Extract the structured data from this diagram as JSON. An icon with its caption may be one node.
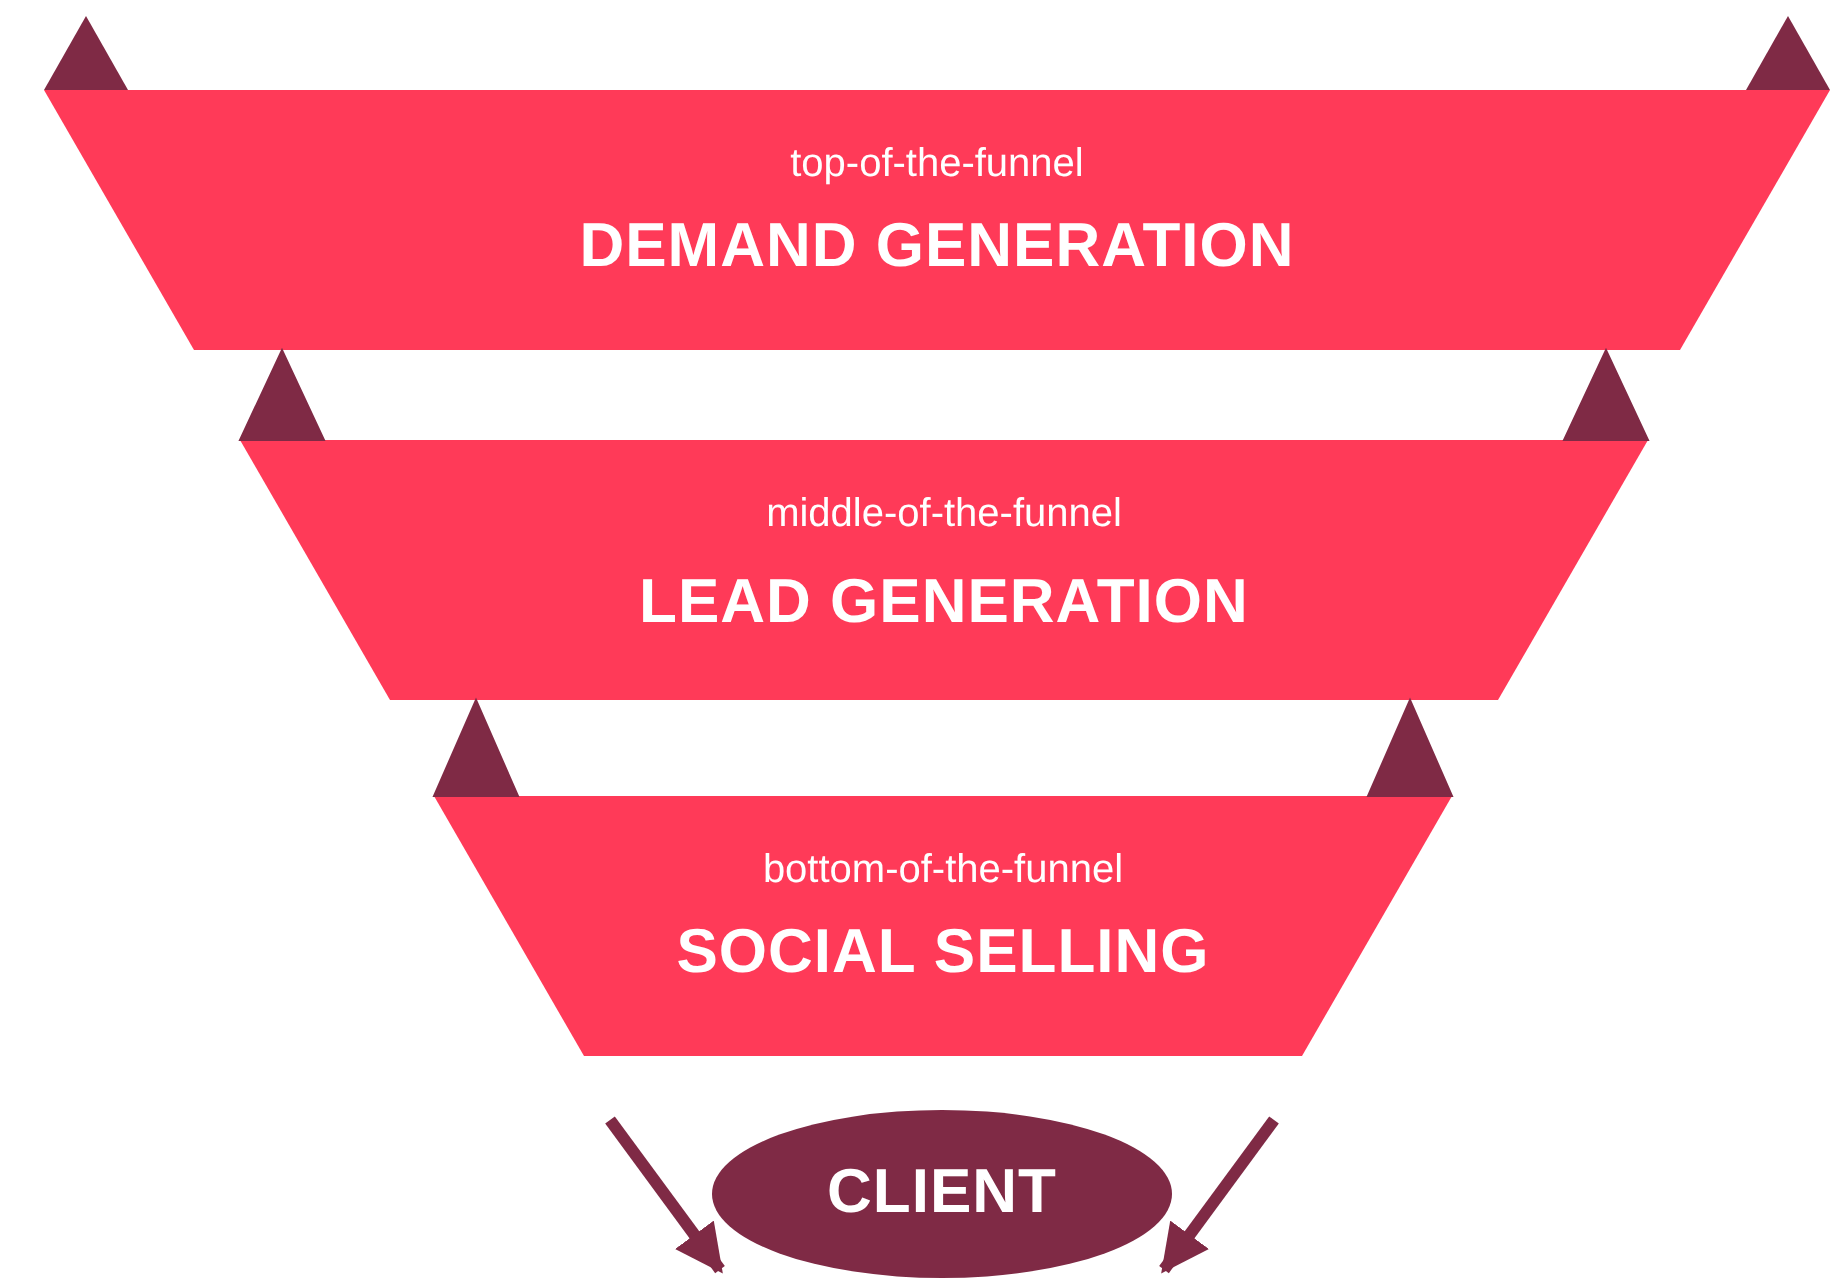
{
  "diagram": {
    "nodes": [
      {
        "text": [
          "top-of-the-funnel",
          "DEMAND GENERATION"
        ]
      },
      {
        "text": [
          "middle-of-the-funnel",
          "LEAD GENERATION"
        ]
      },
      {
        "text": [
          "bottom-of-the-funnel",
          "SOCIAL SELLING"
        ]
      },
      {
        "text": [
          "CLIENT"
        ]
      }
    ],
    "edges": [
      {
        "from": null,
        "to": 3,
        "arrow": "to"
      },
      {
        "from": null,
        "to": 3,
        "arrow": "to"
      },
      {
        "from": 1,
        "to": 0,
        "arrow": "to"
      },
      {
        "from": 1,
        "to": 0,
        "arrow": "to"
      },
      {
        "from": 2,
        "to": 1,
        "arrow": "to"
      },
      {
        "from": 2,
        "to": 1,
        "arrow": "to"
      }
    ]
  }
}
